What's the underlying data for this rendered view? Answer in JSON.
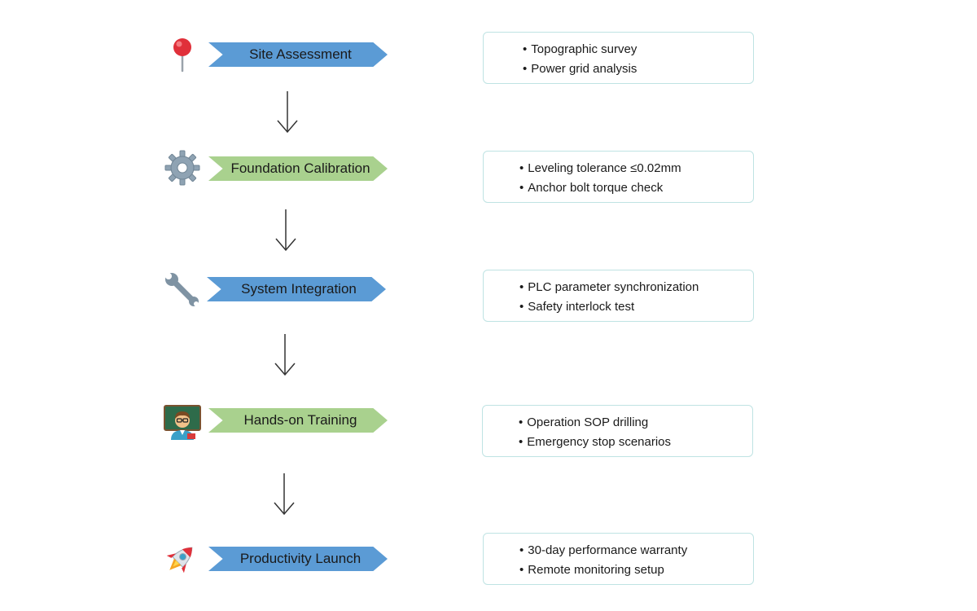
{
  "steps": [
    {
      "title": "Site Assessment",
      "icon": "map-pin-icon",
      "color": "#5b9bd5",
      "bullets": [
        "Topographic survey",
        "Power grid analysis"
      ]
    },
    {
      "title": "Foundation Calibration",
      "icon": "gear-icon",
      "color": "#a9d18e",
      "bullets": [
        "Leveling tolerance ≤0.02mm",
        "Anchor bolt torque check"
      ]
    },
    {
      "title": "System Integration",
      "icon": "wrench-icon",
      "color": "#5b9bd5",
      "bullets": [
        "PLC parameter synchronization",
        "Safety interlock test"
      ]
    },
    {
      "title": "Hands-on Training",
      "icon": "teacher-icon",
      "color": "#a9d18e",
      "bullets": [
        "Operation SOP drilling",
        "Emergency stop scenarios"
      ]
    },
    {
      "title": "Productivity Launch",
      "icon": "rocket-icon",
      "color": "#5b9bd5",
      "bullets": [
        "30-day performance warranty",
        "Remote monitoring setup"
      ]
    }
  ],
  "colors": {
    "box_border": "#bfe3e3",
    "arrow": "#333333"
  }
}
